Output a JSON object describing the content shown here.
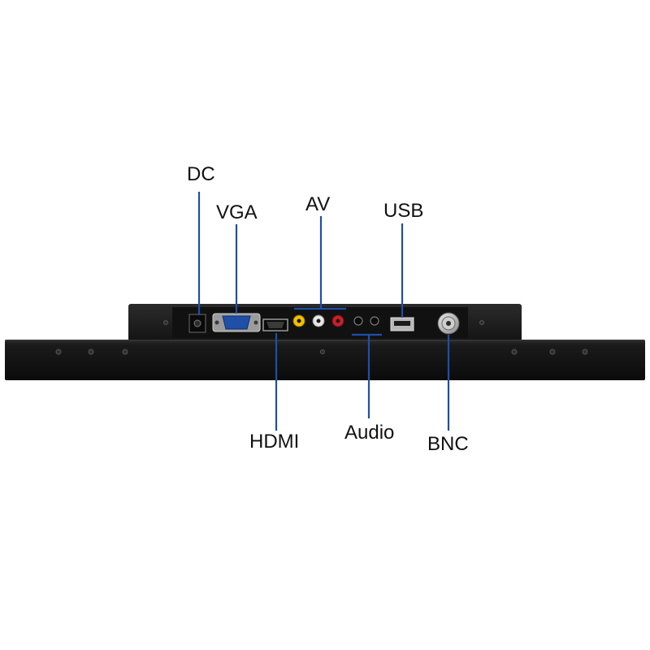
{
  "labels": {
    "dc": "DC",
    "vga": "VGA",
    "av": "AV",
    "usb": "USB",
    "hdmi": "HDMI",
    "audio": "Audio",
    "bnc": "BNC"
  },
  "colors": {
    "background": "#ffffff",
    "leader_line": "#1f4fa8",
    "bezel": "#141414",
    "panel": "#1b1b1b",
    "label_text": "#111111",
    "av_yellow": "#f2c200",
    "av_white": "#e8e8e8",
    "av_red": "#c8202a"
  }
}
